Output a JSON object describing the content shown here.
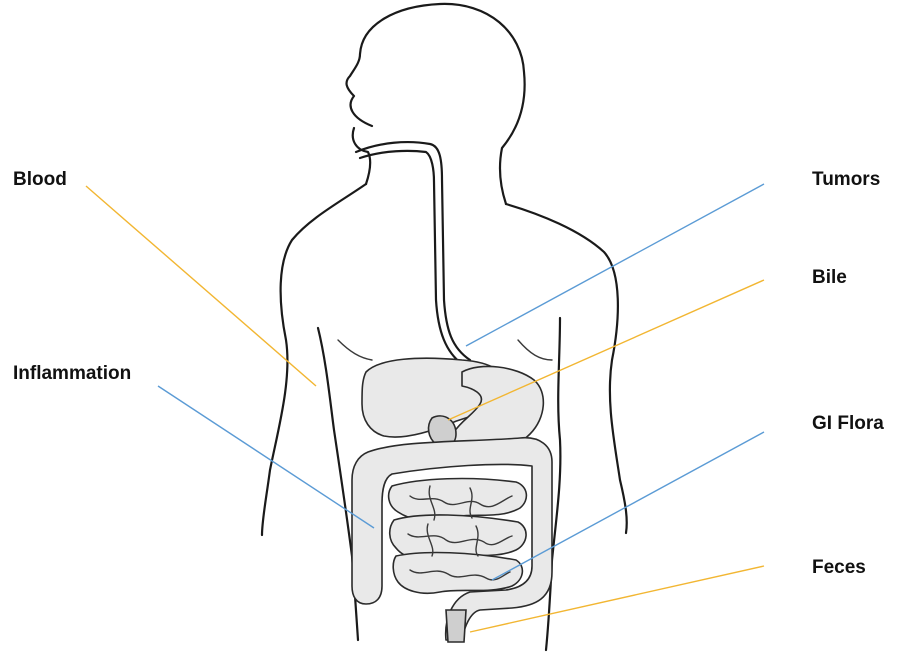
{
  "colors": {
    "yellow_line": "#f2b632",
    "blue_line": "#5b9bd5",
    "text": "#111111",
    "ink": "#1a1a1a"
  },
  "labels": {
    "blood": "Blood",
    "inflammation": "Inflammation",
    "tumors": "Tumors",
    "bile": "Bile",
    "gi_flora": "GI Flora",
    "feces": "Feces"
  }
}
